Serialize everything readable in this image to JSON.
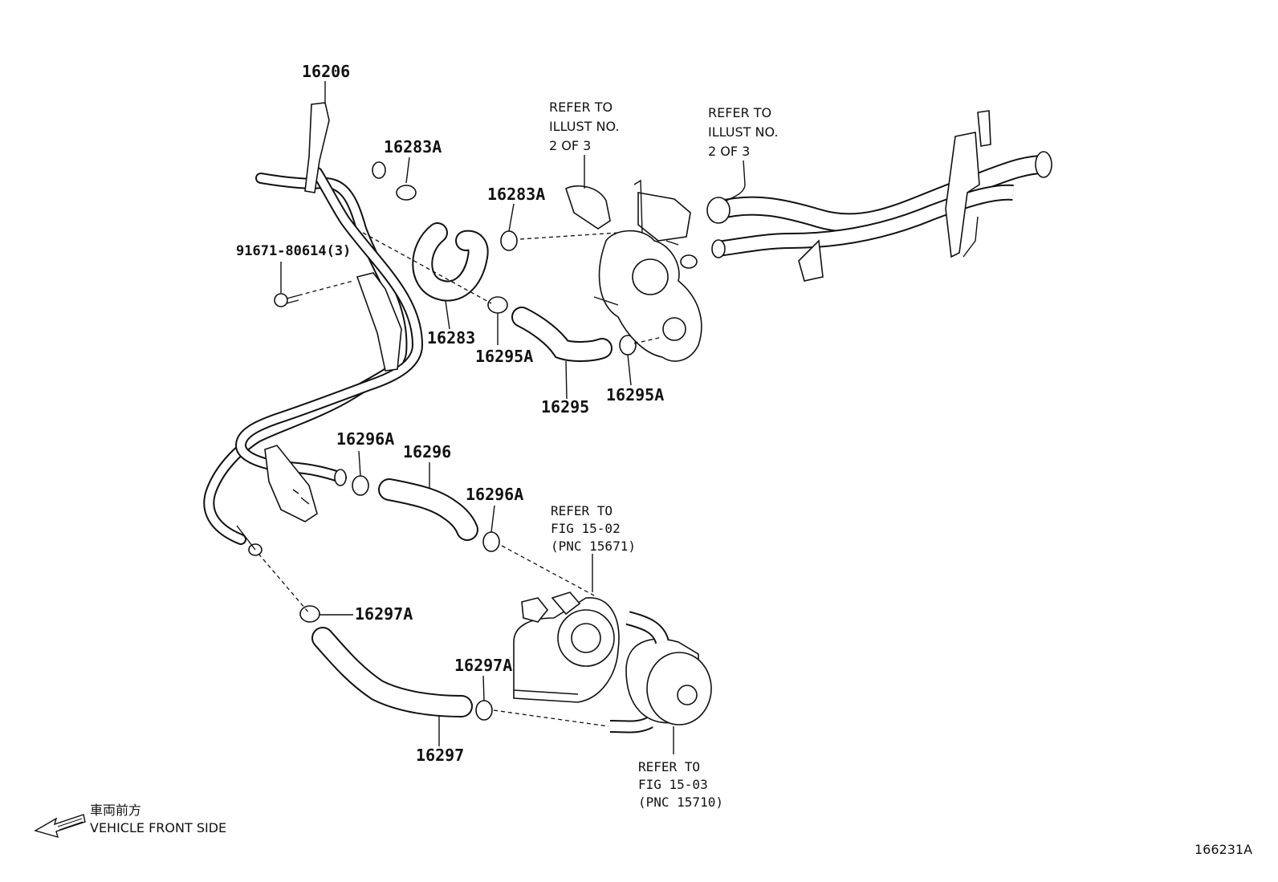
{
  "parts": {
    "p16206": "16206",
    "p16283A_top": "16283A",
    "p16283A_mid": "16283A",
    "p91671": "91671-80614(3)",
    "p16283": "16283",
    "p16295A_left": "16295A",
    "p16295": "16295",
    "p16295A_right": "16295A",
    "p16296A_left": "16296A",
    "p16296": "16296",
    "p16296A_right": "16296A",
    "p16297A_upper": "16297A",
    "p16297A_lower": "16297A",
    "p16297": "16297"
  },
  "refs": {
    "illust_left": [
      "REFER TO",
      "ILLUST NO.",
      "2 OF 3"
    ],
    "illust_right": [
      "REFER TO",
      "ILLUST NO.",
      "2 OF 3"
    ],
    "fig1502": [
      "REFER TO",
      "FIG 15-02",
      "(PNC 15671)"
    ],
    "fig1503": [
      "REFER TO",
      "FIG 15-03",
      "(PNC 15710)"
    ]
  },
  "orientation": {
    "japanese": "車両前方",
    "english": "VEHICLE FRONT SIDE"
  },
  "figure_id": "166231A"
}
